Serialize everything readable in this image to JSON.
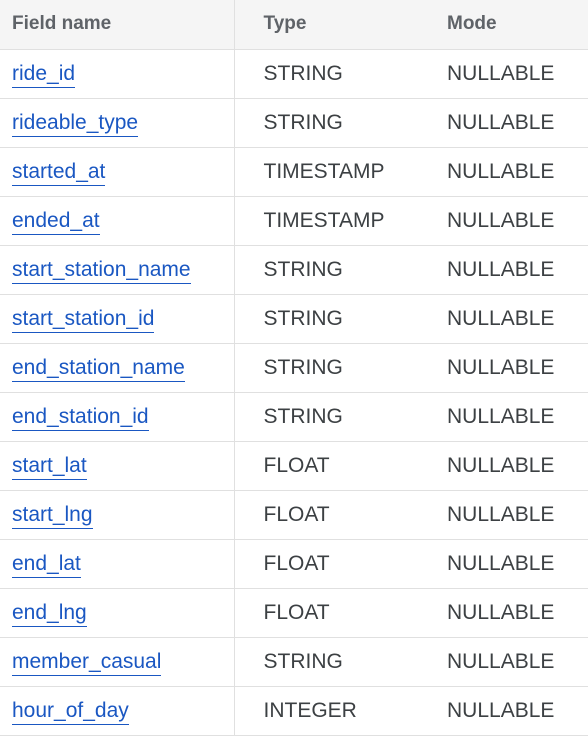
{
  "headers": {
    "field_name": "Field name",
    "type": "Type",
    "mode": "Mode"
  },
  "rows": [
    {
      "name": "ride_id",
      "type": "STRING",
      "mode": "NULLABLE"
    },
    {
      "name": "rideable_type",
      "type": "STRING",
      "mode": "NULLABLE"
    },
    {
      "name": "started_at",
      "type": "TIMESTAMP",
      "mode": "NULLABLE"
    },
    {
      "name": "ended_at",
      "type": "TIMESTAMP",
      "mode": "NULLABLE"
    },
    {
      "name": "start_station_name",
      "type": "STRING",
      "mode": "NULLABLE"
    },
    {
      "name": "start_station_id",
      "type": "STRING",
      "mode": "NULLABLE"
    },
    {
      "name": "end_station_name",
      "type": "STRING",
      "mode": "NULLABLE"
    },
    {
      "name": "end_station_id",
      "type": "STRING",
      "mode": "NULLABLE"
    },
    {
      "name": "start_lat",
      "type": "FLOAT",
      "mode": "NULLABLE"
    },
    {
      "name": "start_lng",
      "type": "FLOAT",
      "mode": "NULLABLE"
    },
    {
      "name": "end_lat",
      "type": "FLOAT",
      "mode": "NULLABLE"
    },
    {
      "name": "end_lng",
      "type": "FLOAT",
      "mode": "NULLABLE"
    },
    {
      "name": "member_casual",
      "type": "STRING",
      "mode": "NULLABLE"
    },
    {
      "name": "hour_of_day",
      "type": "INTEGER",
      "mode": "NULLABLE"
    }
  ],
  "colors": {
    "link": "#1a57c2",
    "header_bg": "#f5f5f5",
    "text": "#3c4043",
    "border": "#e0e0e0"
  }
}
